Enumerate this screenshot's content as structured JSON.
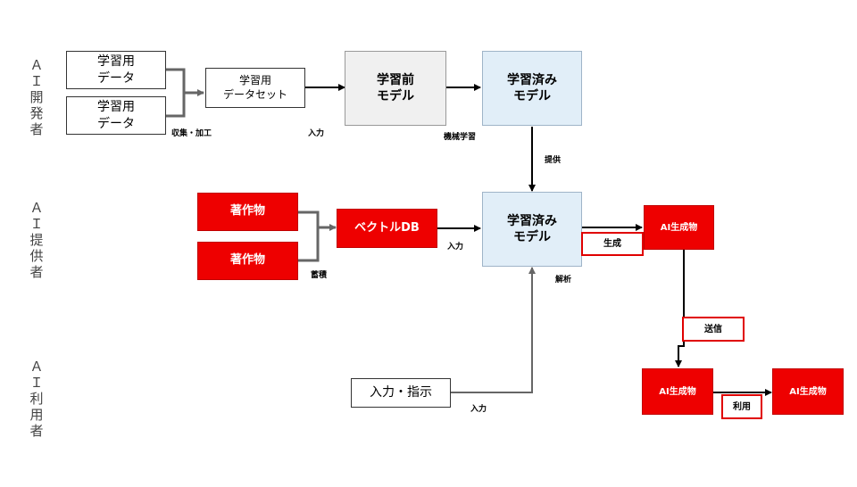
{
  "actors": {
    "developer": "ＡＩ開発者",
    "provider": "ＡＩ提供者",
    "user": "ＡＩ利用者"
  },
  "nodes": {
    "training_data_1": "学習用\nデータ",
    "training_data_2": "学習用\nデータ",
    "training_dataset": "学習用\nデータセット",
    "pre_model": "学習前\nモデル",
    "trained_model_dev": "学習済み\nモデル",
    "work_1": "著作物",
    "work_2": "著作物",
    "vector_db": "ベクトルDB",
    "trained_model_prov": "学習済み\nモデル",
    "input_instruction": "入力・指示",
    "ai_output_1": "AI生成物",
    "ai_output_2": "AI生成物",
    "ai_output_3": "AI生成物"
  },
  "labels": {
    "collect_process": "収集・加工",
    "input_1": "入力",
    "machine_learning": "機械学習",
    "provide": "提供",
    "accumulate": "蓄積",
    "input_2": "入力",
    "analyze": "解析",
    "input_3": "入力",
    "generate": "生成",
    "send": "送信",
    "use": "利用"
  },
  "colors": {
    "accent_red": "#ee0000",
    "model_blue": "#e1eef8",
    "pre_model_gray": "#f0f0f0",
    "connector_gray": "#666666",
    "arrow_black": "#000000"
  }
}
